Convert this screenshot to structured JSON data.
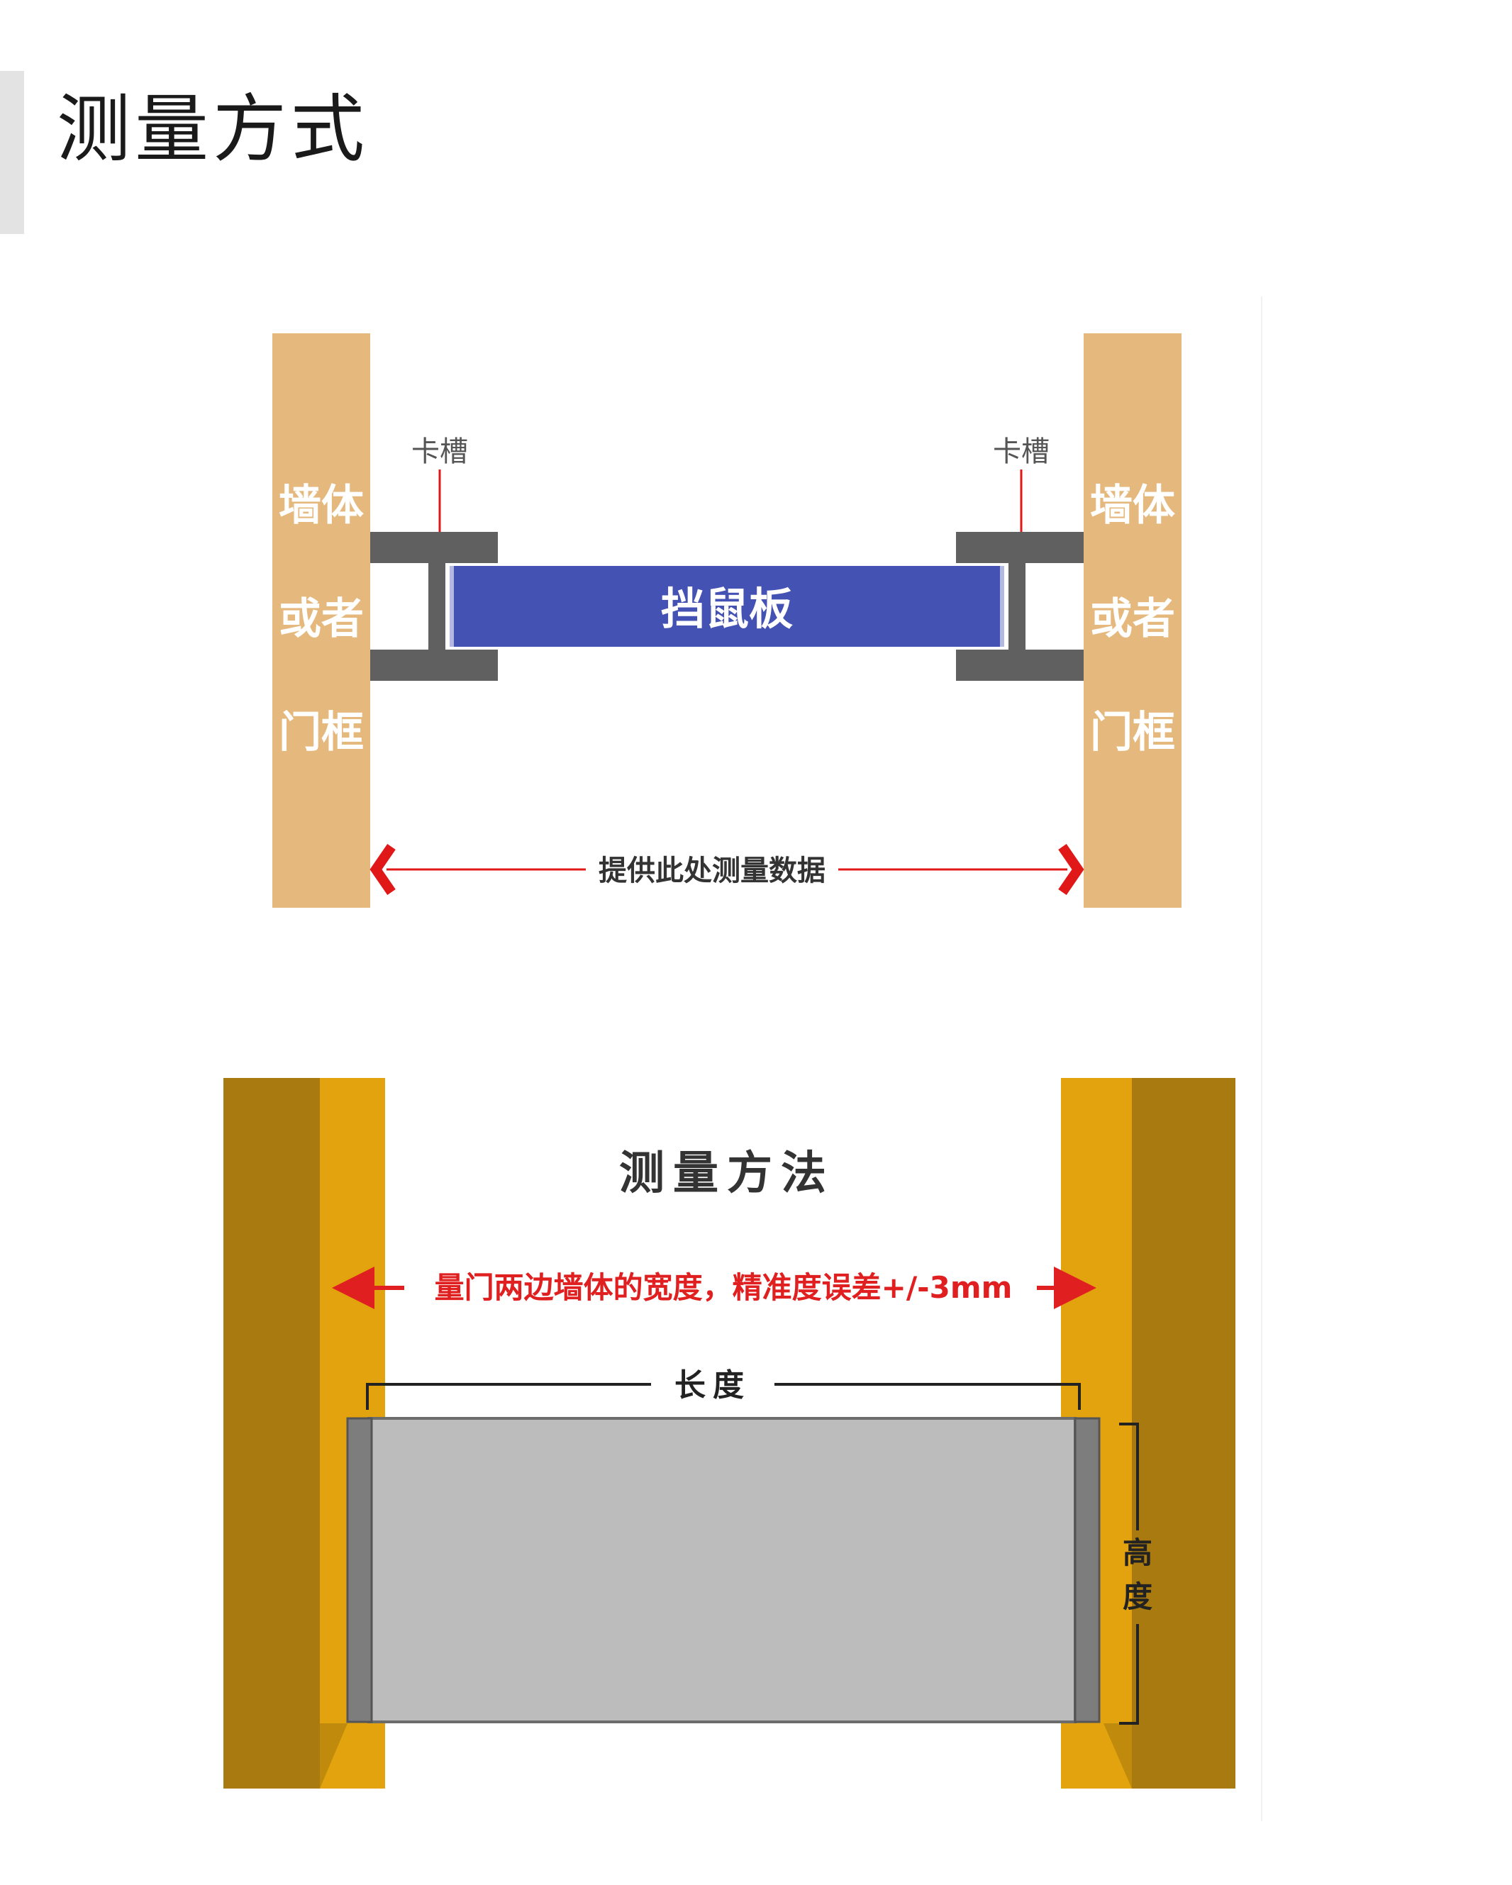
{
  "page": {
    "title": "测量方式"
  },
  "diagram_top": {
    "wall_label_left": [
      "墙体",
      "或者",
      "门框"
    ],
    "wall_label_right": [
      "墙体",
      "或者",
      "门框"
    ],
    "slot_label_left": "卡槽",
    "slot_label_right": "卡槽",
    "board_label": "挡鼠板",
    "measure_label": "提供此处测量数据",
    "colors": {
      "wall": "#e5b87e",
      "wall_text": "#ffffff",
      "bracket": "#606060",
      "board": "#4452b4",
      "arrow": "#e01818"
    }
  },
  "diagram_bottom": {
    "title": "测量方法",
    "width_instruction": "量门两边墙体的宽度，精准度误差+/-3mm",
    "length_label": "长度",
    "height_label_top": "高",
    "height_label_bottom": "度",
    "colors": {
      "wall_dark": "#a87a10",
      "wall_light": "#e3a30e",
      "panel": "#bcbcbc",
      "end_cap": "#7d7d7d",
      "arrow": "#e02020"
    }
  }
}
